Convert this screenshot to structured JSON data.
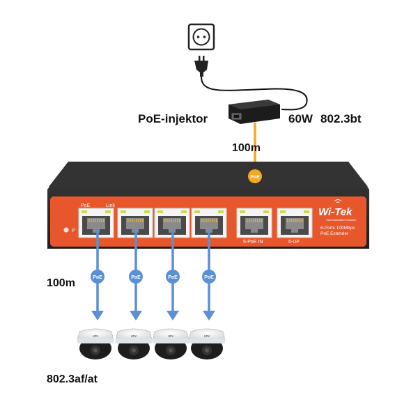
{
  "labels": {
    "injector": "PoE-injektor",
    "power": "60W",
    "standard": "802.3bt",
    "uplink_distance": "100m",
    "downlink_distance": "100m",
    "camera_standard": "802.3af/at"
  },
  "badge_text": "PoE",
  "switch": {
    "brand": "Wi-Tek",
    "tagline": "Communication Solution",
    "model_line1": "6-Ports 100Mbps",
    "model_line2": "PoE Extender",
    "led_poe": "PoE",
    "led_link": "Link",
    "power_led": "P",
    "port5_label": "5-PoE IN",
    "port6_label": "6-UP"
  },
  "cameras": [
    {
      "brand": "unv"
    },
    {
      "brand": "unv"
    },
    {
      "brand": "unv"
    },
    {
      "brand": "unv"
    }
  ],
  "colors": {
    "poe_in_arrow": "#f5a623",
    "poe_out_arrow": "#5b8fd6",
    "switch_panel": "#e8572b",
    "switch_body": "#2b2b2b"
  }
}
